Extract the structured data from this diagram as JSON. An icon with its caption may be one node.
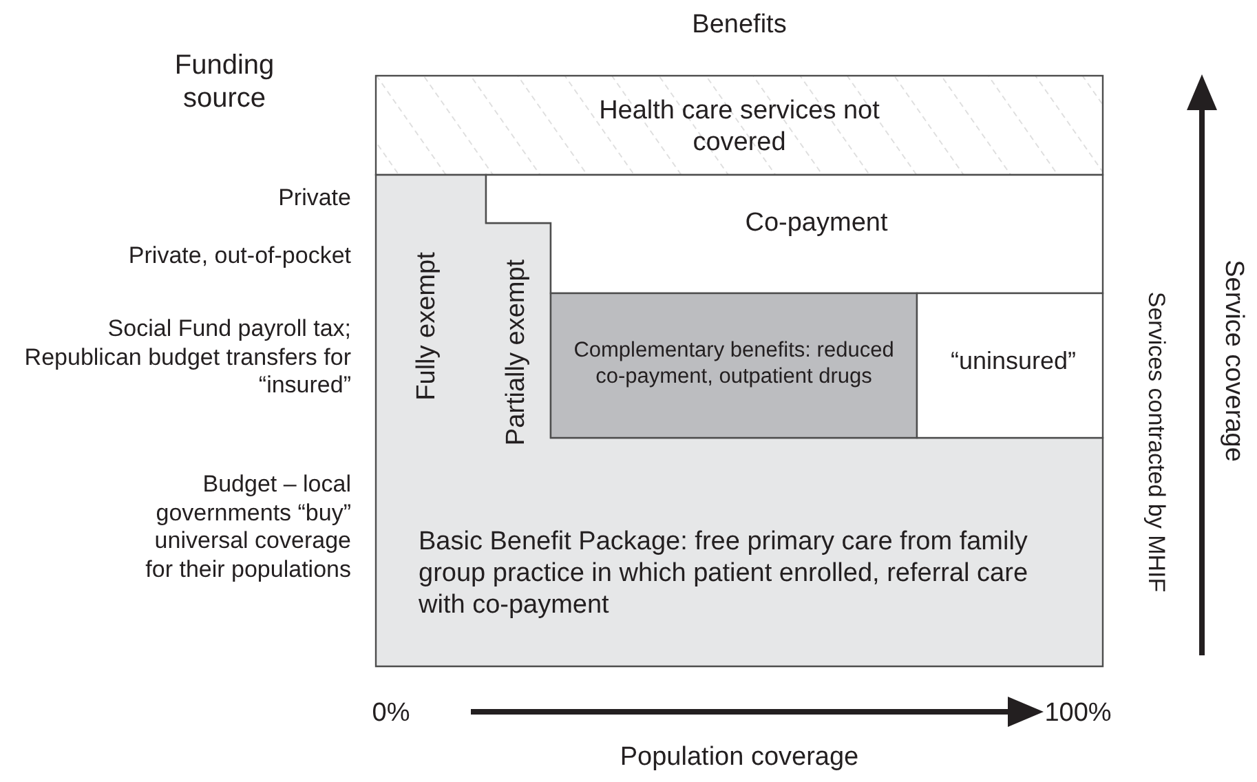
{
  "diagram": {
    "nodes": [
      {
        "text": [
          "Health care services not covered"
        ]
      },
      {
        "text": [
          "Basic Benefit Package: free primary care from family group practice in which patient enrolled, referral care with co-payment"
        ]
      },
      {
        "text": [
          "Fully exempt"
        ],
        "in": 1
      },
      {
        "text": [
          "Partially exempt"
        ],
        "in": 1
      },
      {
        "text": [
          "Co-payment"
        ]
      },
      {
        "text": [
          "Complementary benefits: reduced co-payment, outpatient drugs"
        ]
      },
      {
        "text": [
          "“uninsured”"
        ]
      }
    ],
    "labels": [
      "Benefits",
      "Funding source",
      "Private",
      "Private, out-of-pocket",
      "Social Fund payroll tax; Republican budget transfers for “insured”",
      "Budget – local governments “buy” universal coverage for their populations",
      "Services contracted by MHIF",
      "Service coverage",
      "0%",
      "100%",
      "Population coverage"
    ]
  }
}
